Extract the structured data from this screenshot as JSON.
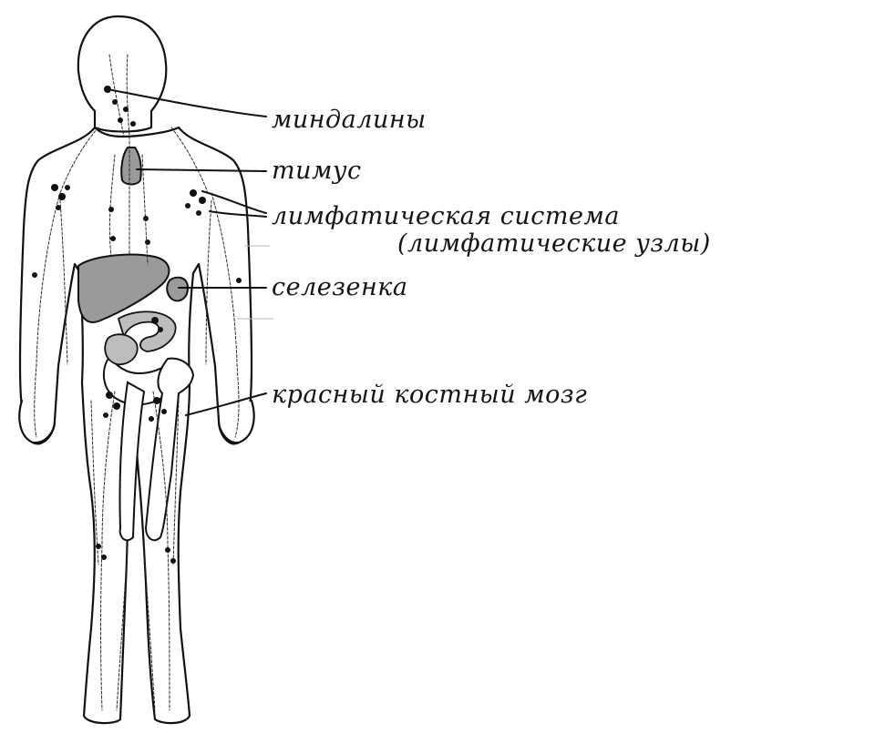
{
  "labels": {
    "tonsils": "миндалины",
    "thymus": "тимус",
    "lymph_system_line1": "лимфатическая система",
    "lymph_system_line2": "(лимфатические узлы)",
    "spleen": "селезенка",
    "red_bone_marrow": "красный костный мозг"
  },
  "colors": {
    "ink": "#111111",
    "organ_fill": "#9a9a9a",
    "background": "#ffffff"
  }
}
